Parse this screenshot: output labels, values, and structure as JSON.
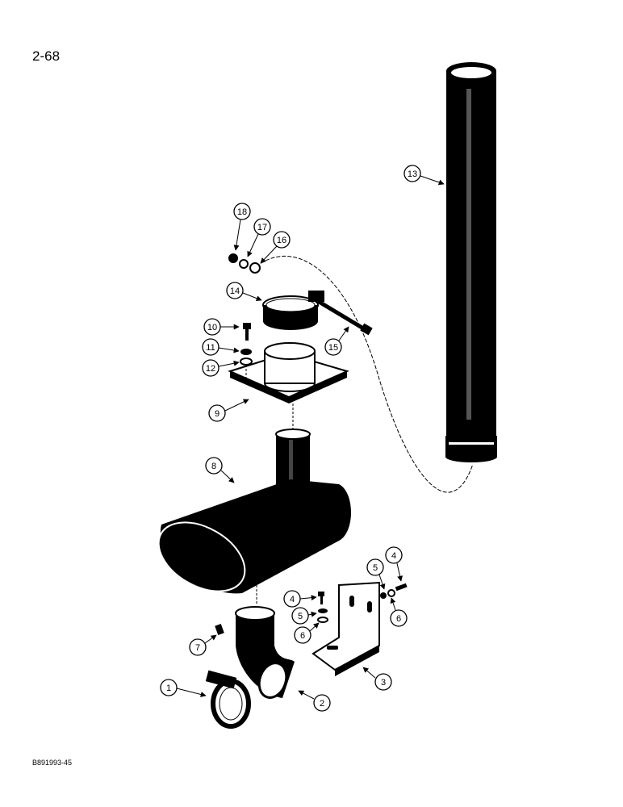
{
  "page": {
    "number": "2-68",
    "figure_code": "B891993-45"
  },
  "callouts": [
    {
      "id": "c1",
      "label": "1"
    },
    {
      "id": "c2",
      "label": "2"
    },
    {
      "id": "c3",
      "label": "3"
    },
    {
      "id": "c4a",
      "label": "4"
    },
    {
      "id": "c4b",
      "label": "4"
    },
    {
      "id": "c5a",
      "label": "5"
    },
    {
      "id": "c5b",
      "label": "5"
    },
    {
      "id": "c6a",
      "label": "6"
    },
    {
      "id": "c6b",
      "label": "6"
    },
    {
      "id": "c7",
      "label": "7"
    },
    {
      "id": "c8",
      "label": "8"
    },
    {
      "id": "c9",
      "label": "9"
    },
    {
      "id": "c10",
      "label": "10"
    },
    {
      "id": "c11",
      "label": "11"
    },
    {
      "id": "c12",
      "label": "12"
    },
    {
      "id": "c13",
      "label": "13"
    },
    {
      "id": "c14",
      "label": "14"
    },
    {
      "id": "c15",
      "label": "15"
    },
    {
      "id": "c16",
      "label": "16"
    },
    {
      "id": "c17",
      "label": "17"
    },
    {
      "id": "c18",
      "label": "18"
    }
  ]
}
